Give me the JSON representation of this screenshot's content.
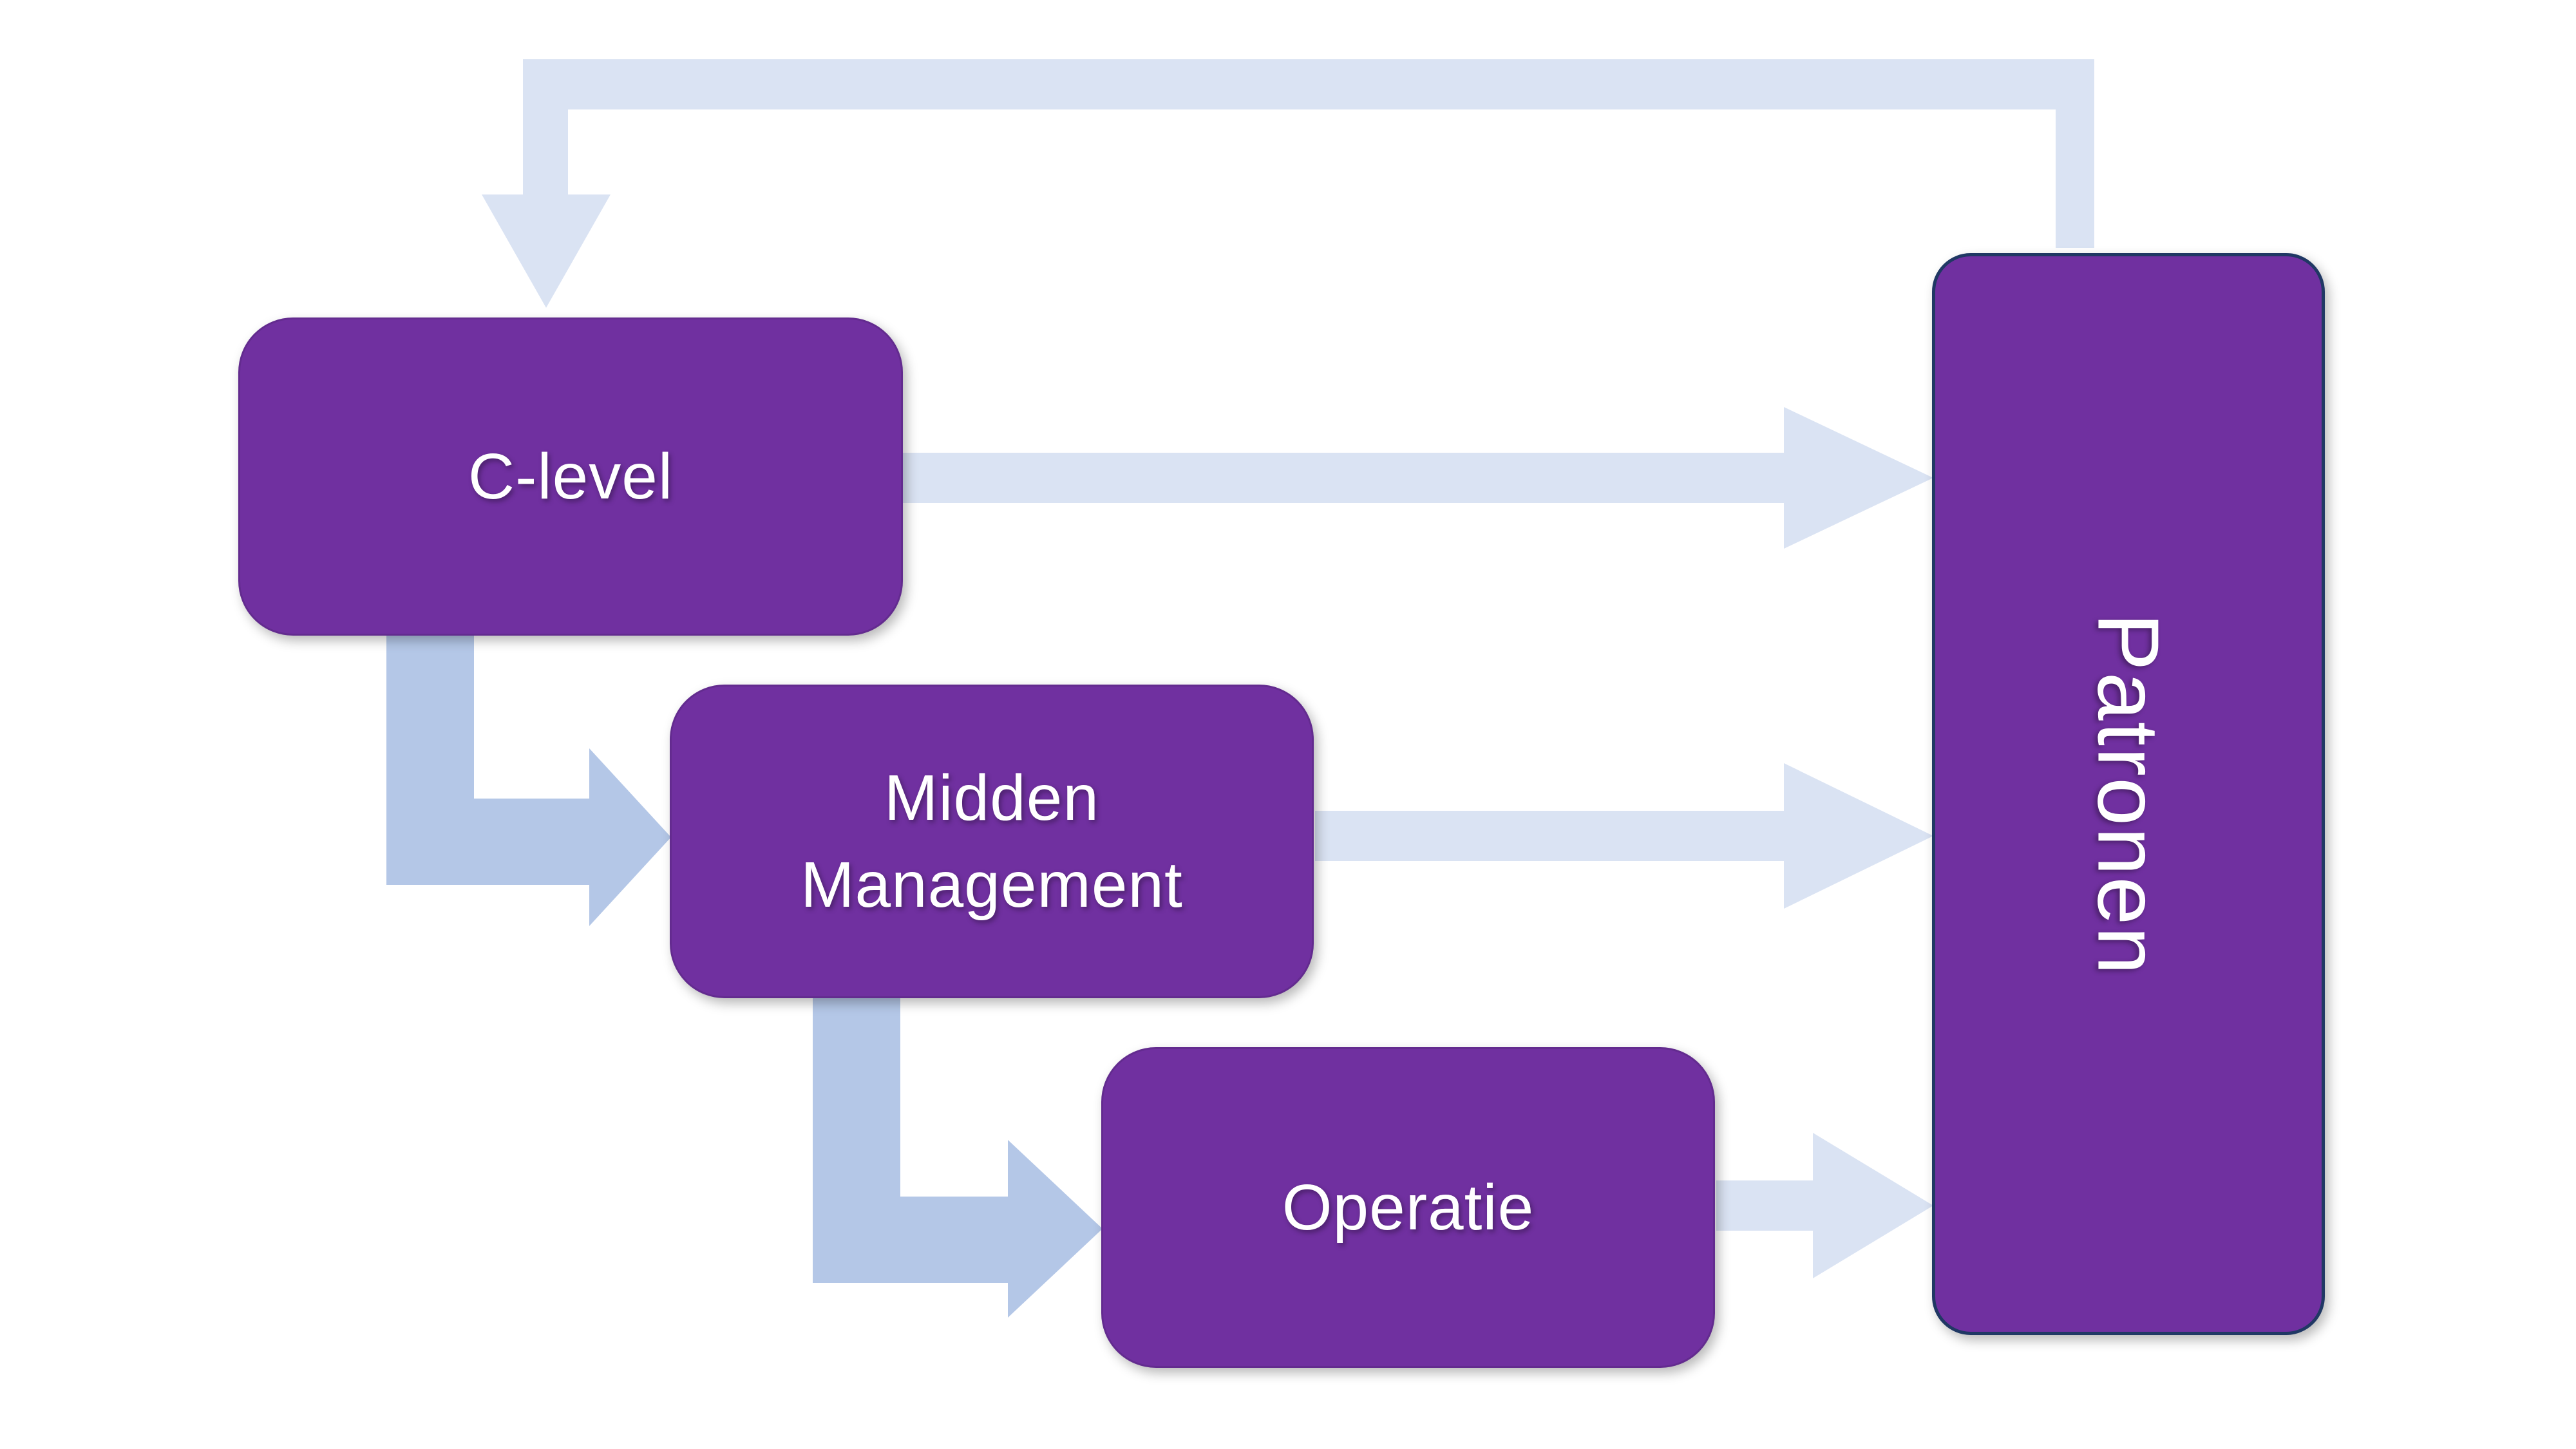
{
  "colors": {
    "bg": "#FFFFFF",
    "box_fill": "#7030A0",
    "box_border": "#632B8F",
    "patronen_border": "#203864",
    "arrow_light": "#DAE3F3",
    "arrow_medium": "#B4C7E7",
    "label_color": "#FFFFFF"
  },
  "boxes": [
    {
      "id": "c-level",
      "label": "C-level"
    },
    {
      "id": "midden-management",
      "label": "Midden Management",
      "lines": [
        "Midden",
        "Management"
      ]
    },
    {
      "id": "operatie",
      "label": "Operatie"
    },
    {
      "id": "patronen",
      "label": "Patronen",
      "text_rotation": "90deg"
    }
  ],
  "arrows": [
    {
      "from": "C-level",
      "to": "Patronen",
      "style": "straight-block-arrow",
      "color": "light"
    },
    {
      "from": "Midden Management",
      "to": "Patronen",
      "style": "straight-block-arrow",
      "color": "light"
    },
    {
      "from": "Operatie",
      "to": "Patronen",
      "style": "straight-block-arrow",
      "color": "light"
    },
    {
      "from": "C-level",
      "to": "Midden Management",
      "style": "elbow-block-arrow",
      "color": "medium"
    },
    {
      "from": "Midden Management",
      "to": "Operatie",
      "style": "elbow-block-arrow",
      "color": "medium"
    },
    {
      "from": "Patronen",
      "to": "C-level",
      "style": "feedback-loop-block-arrow",
      "color": "light"
    }
  ]
}
